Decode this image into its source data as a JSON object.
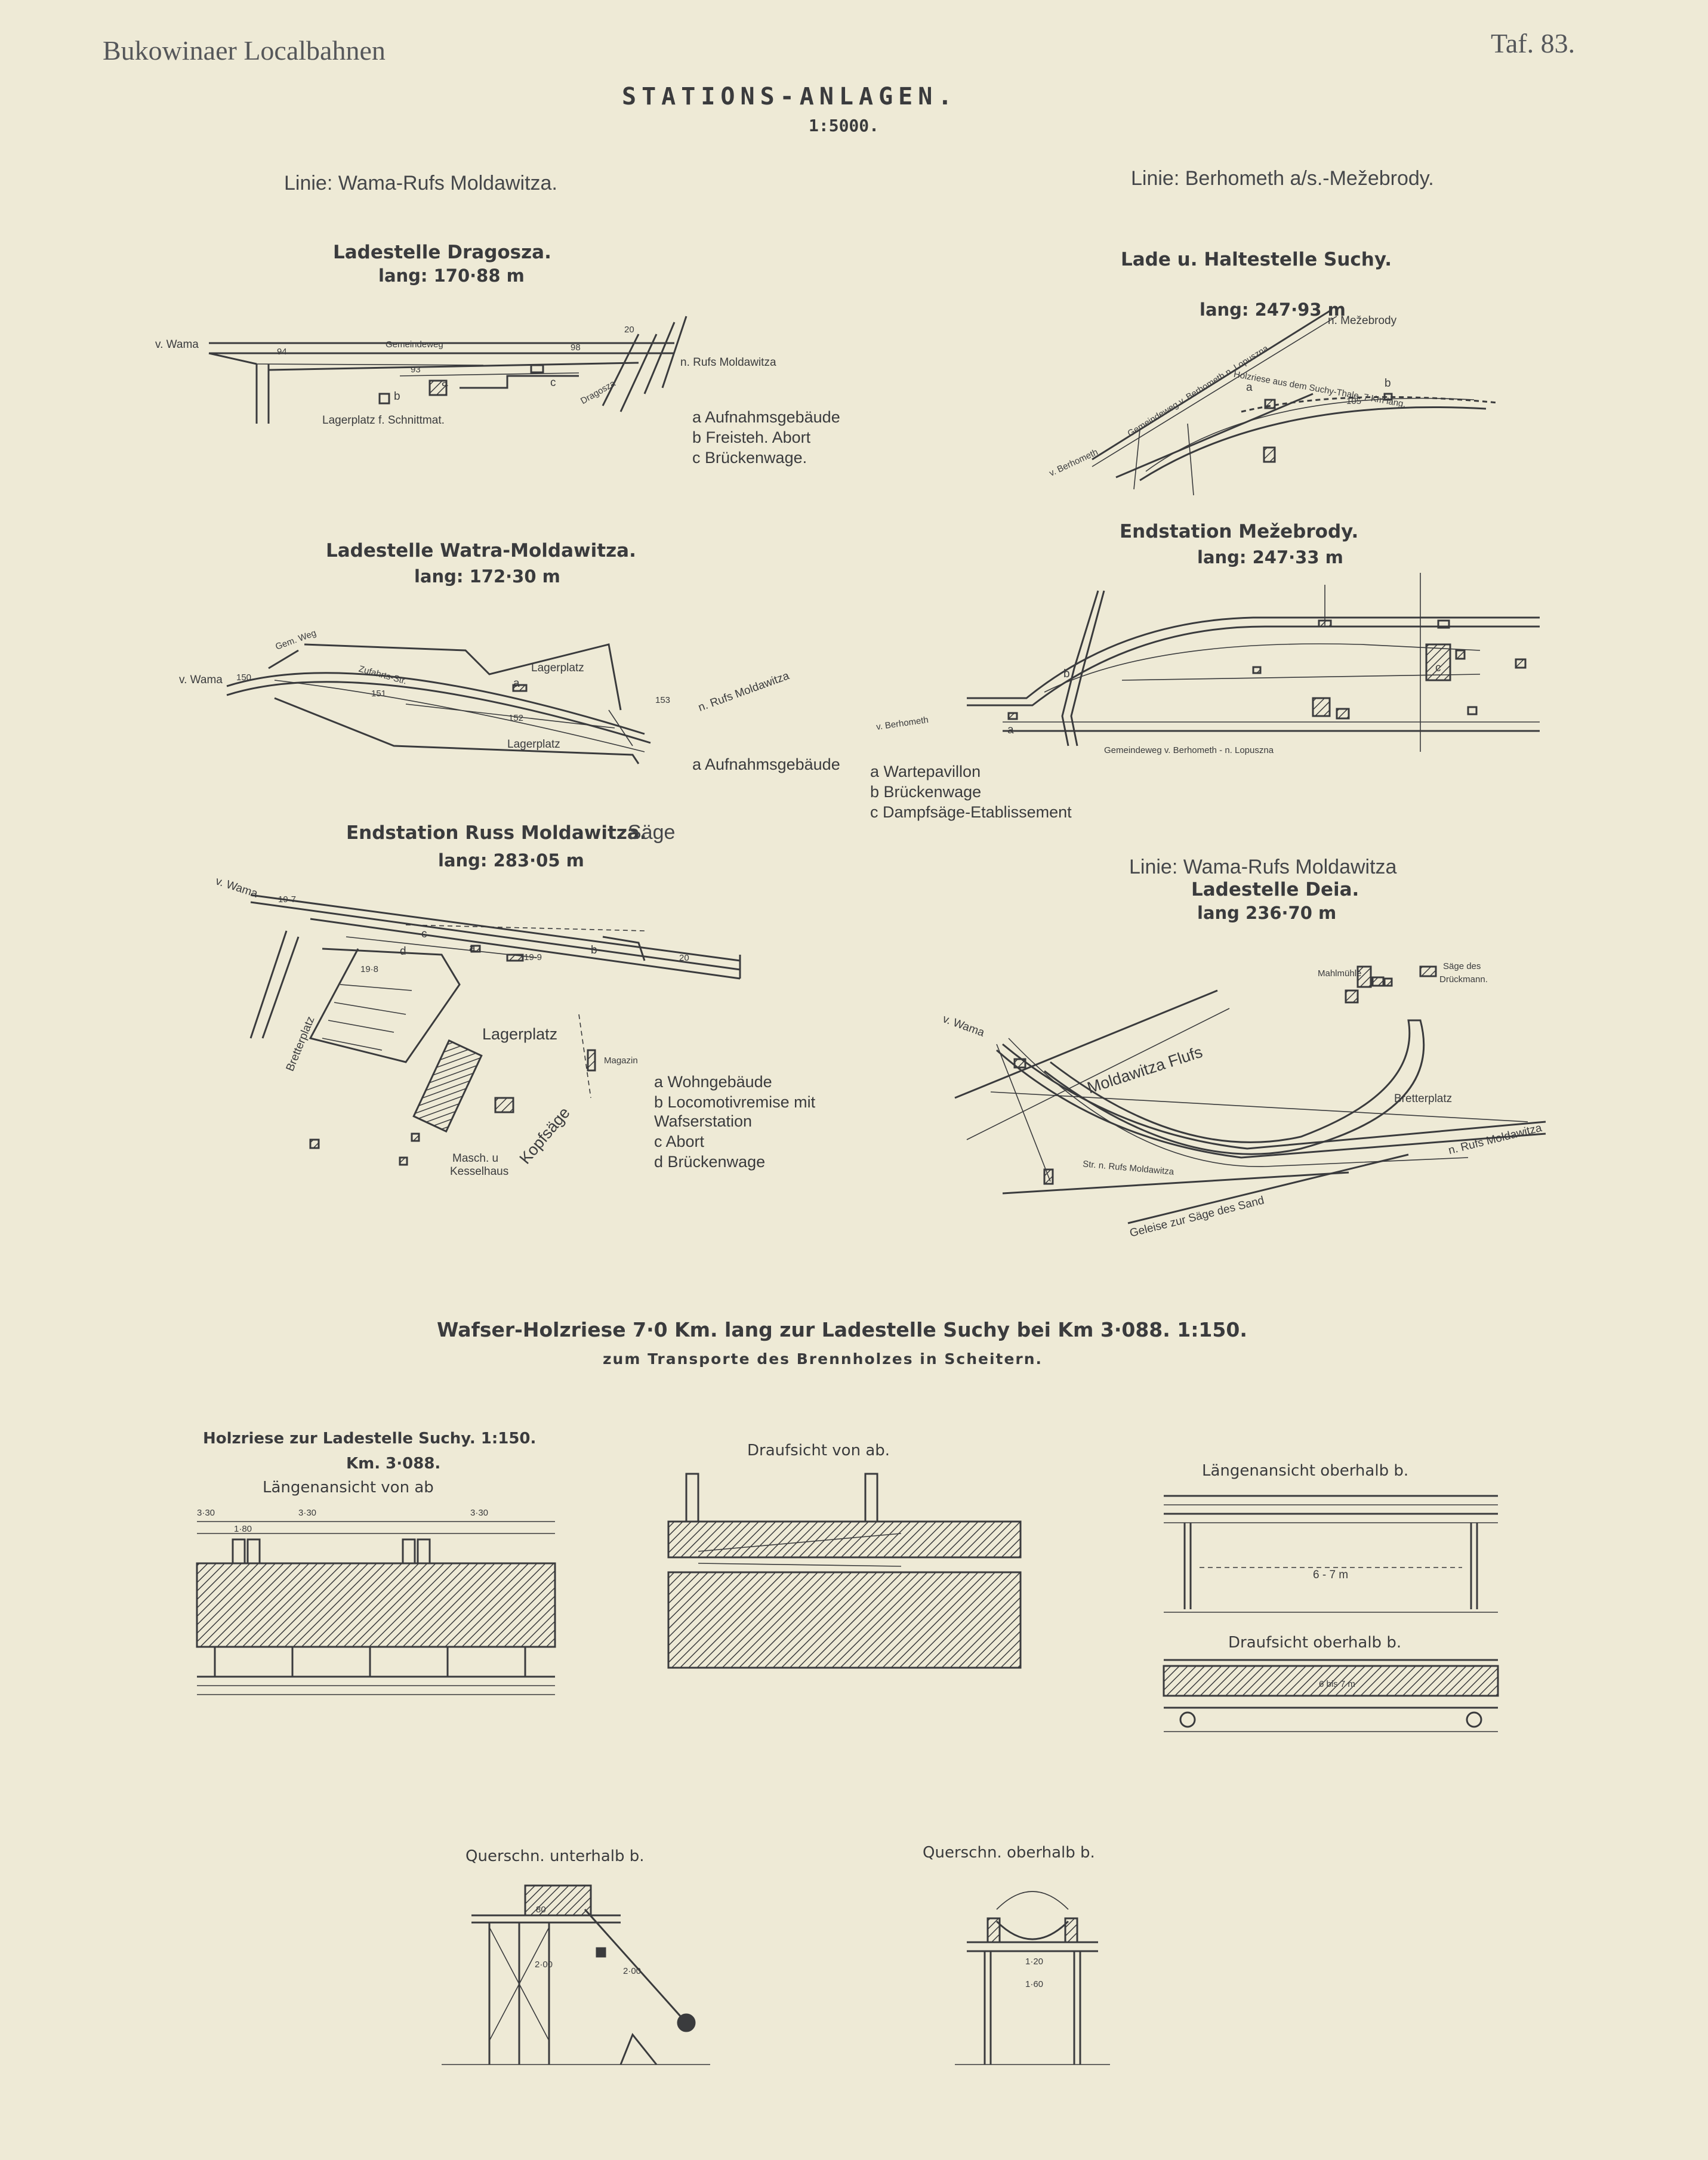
{
  "header": {
    "left": "Bukowinaer Localbahnen",
    "right": "Taf. 83."
  },
  "title": "STATIONS-ANLAGEN.",
  "scale": "1:5000.",
  "line_left": "Linie: Wama-Rufs Moldawitza.",
  "line_right": "Linie: Berhometh a/s.-Mežebrody.",
  "stations": {
    "dragosza": {
      "title": "Ladestelle Dragosza.",
      "length": "lang: 170·88 m",
      "labels": {
        "from": "v. Wama",
        "to": "n. Rufs Moldawitza",
        "road": "Gemeindeweg",
        "yard": "Lagerplatz f. Schnittmat.",
        "creek": "Dragosza",
        "km94": "94",
        "km93": "93",
        "km98": "98",
        "km20": "20",
        "a": "a",
        "b": "b",
        "c": "c"
      },
      "legend": [
        "a  Aufnahmsgebäude",
        "b  Freisteh. Abort",
        "c  Brückenwage."
      ]
    },
    "suchy": {
      "title": "Lade u. Haltestelle Suchy.",
      "length": "lang: 247·93 m",
      "labels": {
        "to": "n. Mežebrody",
        "from": "v. Berhometh",
        "riese": "Holzriese aus dem Suchy-Thale. 7 Km lang.",
        "road": "Gemeindeweg v. Berhometh n. Lopuszna",
        "a": "a",
        "b": "b",
        "km105": "105"
      }
    },
    "watra": {
      "title": "Ladestelle Watra-Moldawitza.",
      "length": "lang: 172·30 m",
      "labels": {
        "from": "v. Wama",
        "to": "n. Rufs Moldawitza",
        "street": "Zufahrts-Str.",
        "yard1": "Lagerplatz",
        "yard2": "Lagerplatz",
        "road": "Gem. Weg",
        "km150": "150",
        "km151": "151",
        "km152": "152",
        "km153": "153",
        "a": "a"
      },
      "legend": [
        "a  Aufnahmsgebäude"
      ]
    },
    "mezebrody": {
      "title": "Endstation Mežebrody.",
      "length": "lang: 247·33 m",
      "labels": {
        "from": "v. Berhometh",
        "road": "Gemeindeweg v. Berhometh - n. Lopuszna",
        "a": "a",
        "b": "b",
        "c": "c"
      },
      "legend": [
        "a  Wartepavillon",
        "b  Brückenwage",
        "c  Dampfsäge-Etablissement"
      ]
    },
    "russ": {
      "title": "Endstation Russ Moldawitza.",
      "title_extra": "Säge",
      "length": "lang: 283·05 m",
      "labels": {
        "from": "v. Wama",
        "yard1": "Bretterplatz",
        "yard2": "Lagerplatz",
        "magazin": "Magazin",
        "kopf": "Kopfsäge",
        "masch1": "Masch. u",
        "masch2": "Kesselhaus",
        "km197": "19·7",
        "km198": "19·8",
        "km199": "19·9",
        "km20": "20",
        "a": "a",
        "b": "b",
        "c": "c",
        "d": "d"
      },
      "legend": [
        "a  Wohngebäude",
        "b  Locomotivremise mit",
        "    Wafserstation",
        "c  Abort",
        "d  Brückenwage"
      ]
    },
    "deia": {
      "line": "Linie: Wama-Rufs Moldawitza",
      "title": "Ladestelle Deia.",
      "length": "lang 236·70 m",
      "labels": {
        "from": "v. Wama",
        "river": "Moldawitza Flufs",
        "yard": "Bretterplatz",
        "to": "n. Rufs Moldawitza",
        "street": "Str. n. Rufs Moldawitza",
        "spur": "Geleise zur Säge des Sand",
        "mill": "Mahlmühle",
        "saw1": "Säge des",
        "saw2": "Drückmann."
      }
    }
  },
  "riese": {
    "title": "Wafser-Holzriese 7·0 Km. lang zur Ladestelle Suchy bei Km 3·088. 1:150.",
    "subtitle": "zum Transporte des Brennholzes in Scheitern.",
    "d1": {
      "title": "Holzriese zur Ladestelle Suchy. 1:150.",
      "km": "Km. 3·088.",
      "sub": "Längenansicht von ab",
      "dims": [
        "3·30",
        "1·80",
        "3·30",
        "3·30"
      ]
    },
    "d2": {
      "title": "Draufsicht von ab."
    },
    "d3": {
      "title": "Längenansicht oberhalb b.",
      "dim": "6 - 7 m",
      "title2": "Draufsicht oberhalb b.",
      "dim2": "6 bis 7 m"
    },
    "d4": {
      "title": "Querschn. unterhalb b.",
      "dims": [
        "80",
        "2·00",
        "2·00"
      ]
    },
    "d5": {
      "title": "Querschn. oberhalb b.",
      "dims": [
        "1·20",
        "1·60"
      ]
    }
  }
}
